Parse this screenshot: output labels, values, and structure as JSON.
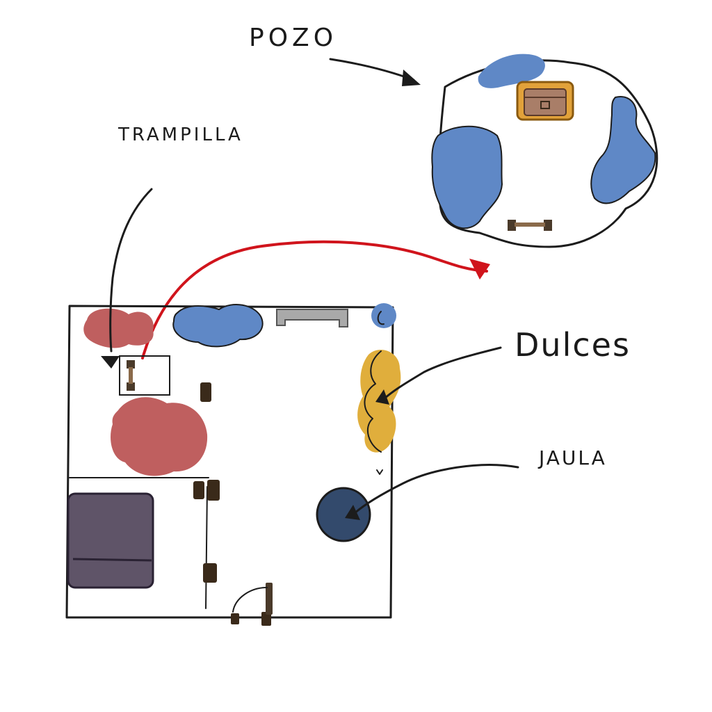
{
  "labels": {
    "pozo": "POZO",
    "trampilla": "TRAMPILLA",
    "dulces": "Dulces",
    "jaula": "JAULA"
  },
  "colors": {
    "ink": "#1c1c1c",
    "red_bush": "#bf5f5f",
    "blue_bush": "#5f88c6",
    "yellow_bush": "#e0ae3c",
    "gray_block": "#a9a9a9",
    "bed": "#5f5468",
    "cage": "#334a6c",
    "chest_outer": "#e2a23a",
    "chest_inner": "#a97e68",
    "wood": "#4a3a2a",
    "red_arrow": "#d0141c"
  },
  "icons": [
    "chest-icon",
    "ladder-icon",
    "door-icon",
    "cage-icon",
    "bed-icon"
  ]
}
